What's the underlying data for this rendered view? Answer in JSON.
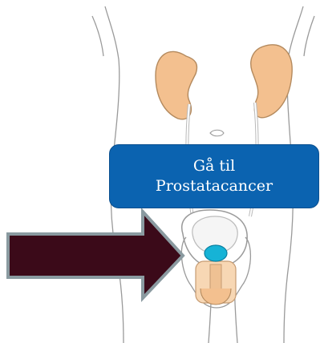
{
  "banner": {
    "line1": "Gå til",
    "line2": "Prostatacancer"
  },
  "colors": {
    "button_bg": "#0b63b0",
    "button_text": "#ffffff",
    "arrow_fill": "#3b0a19",
    "arrow_outline": "#8a9aa0",
    "kidney_fill": "#f3c08f",
    "kidney_stroke": "#b48a5e",
    "prostate_fill": "#16b3d6",
    "organ_fill": "#f7d7b4",
    "body_outline": "#9a9a9a"
  },
  "icons": {
    "pointer": "right-arrow-icon",
    "illustration": "urinary-system-illustration"
  }
}
